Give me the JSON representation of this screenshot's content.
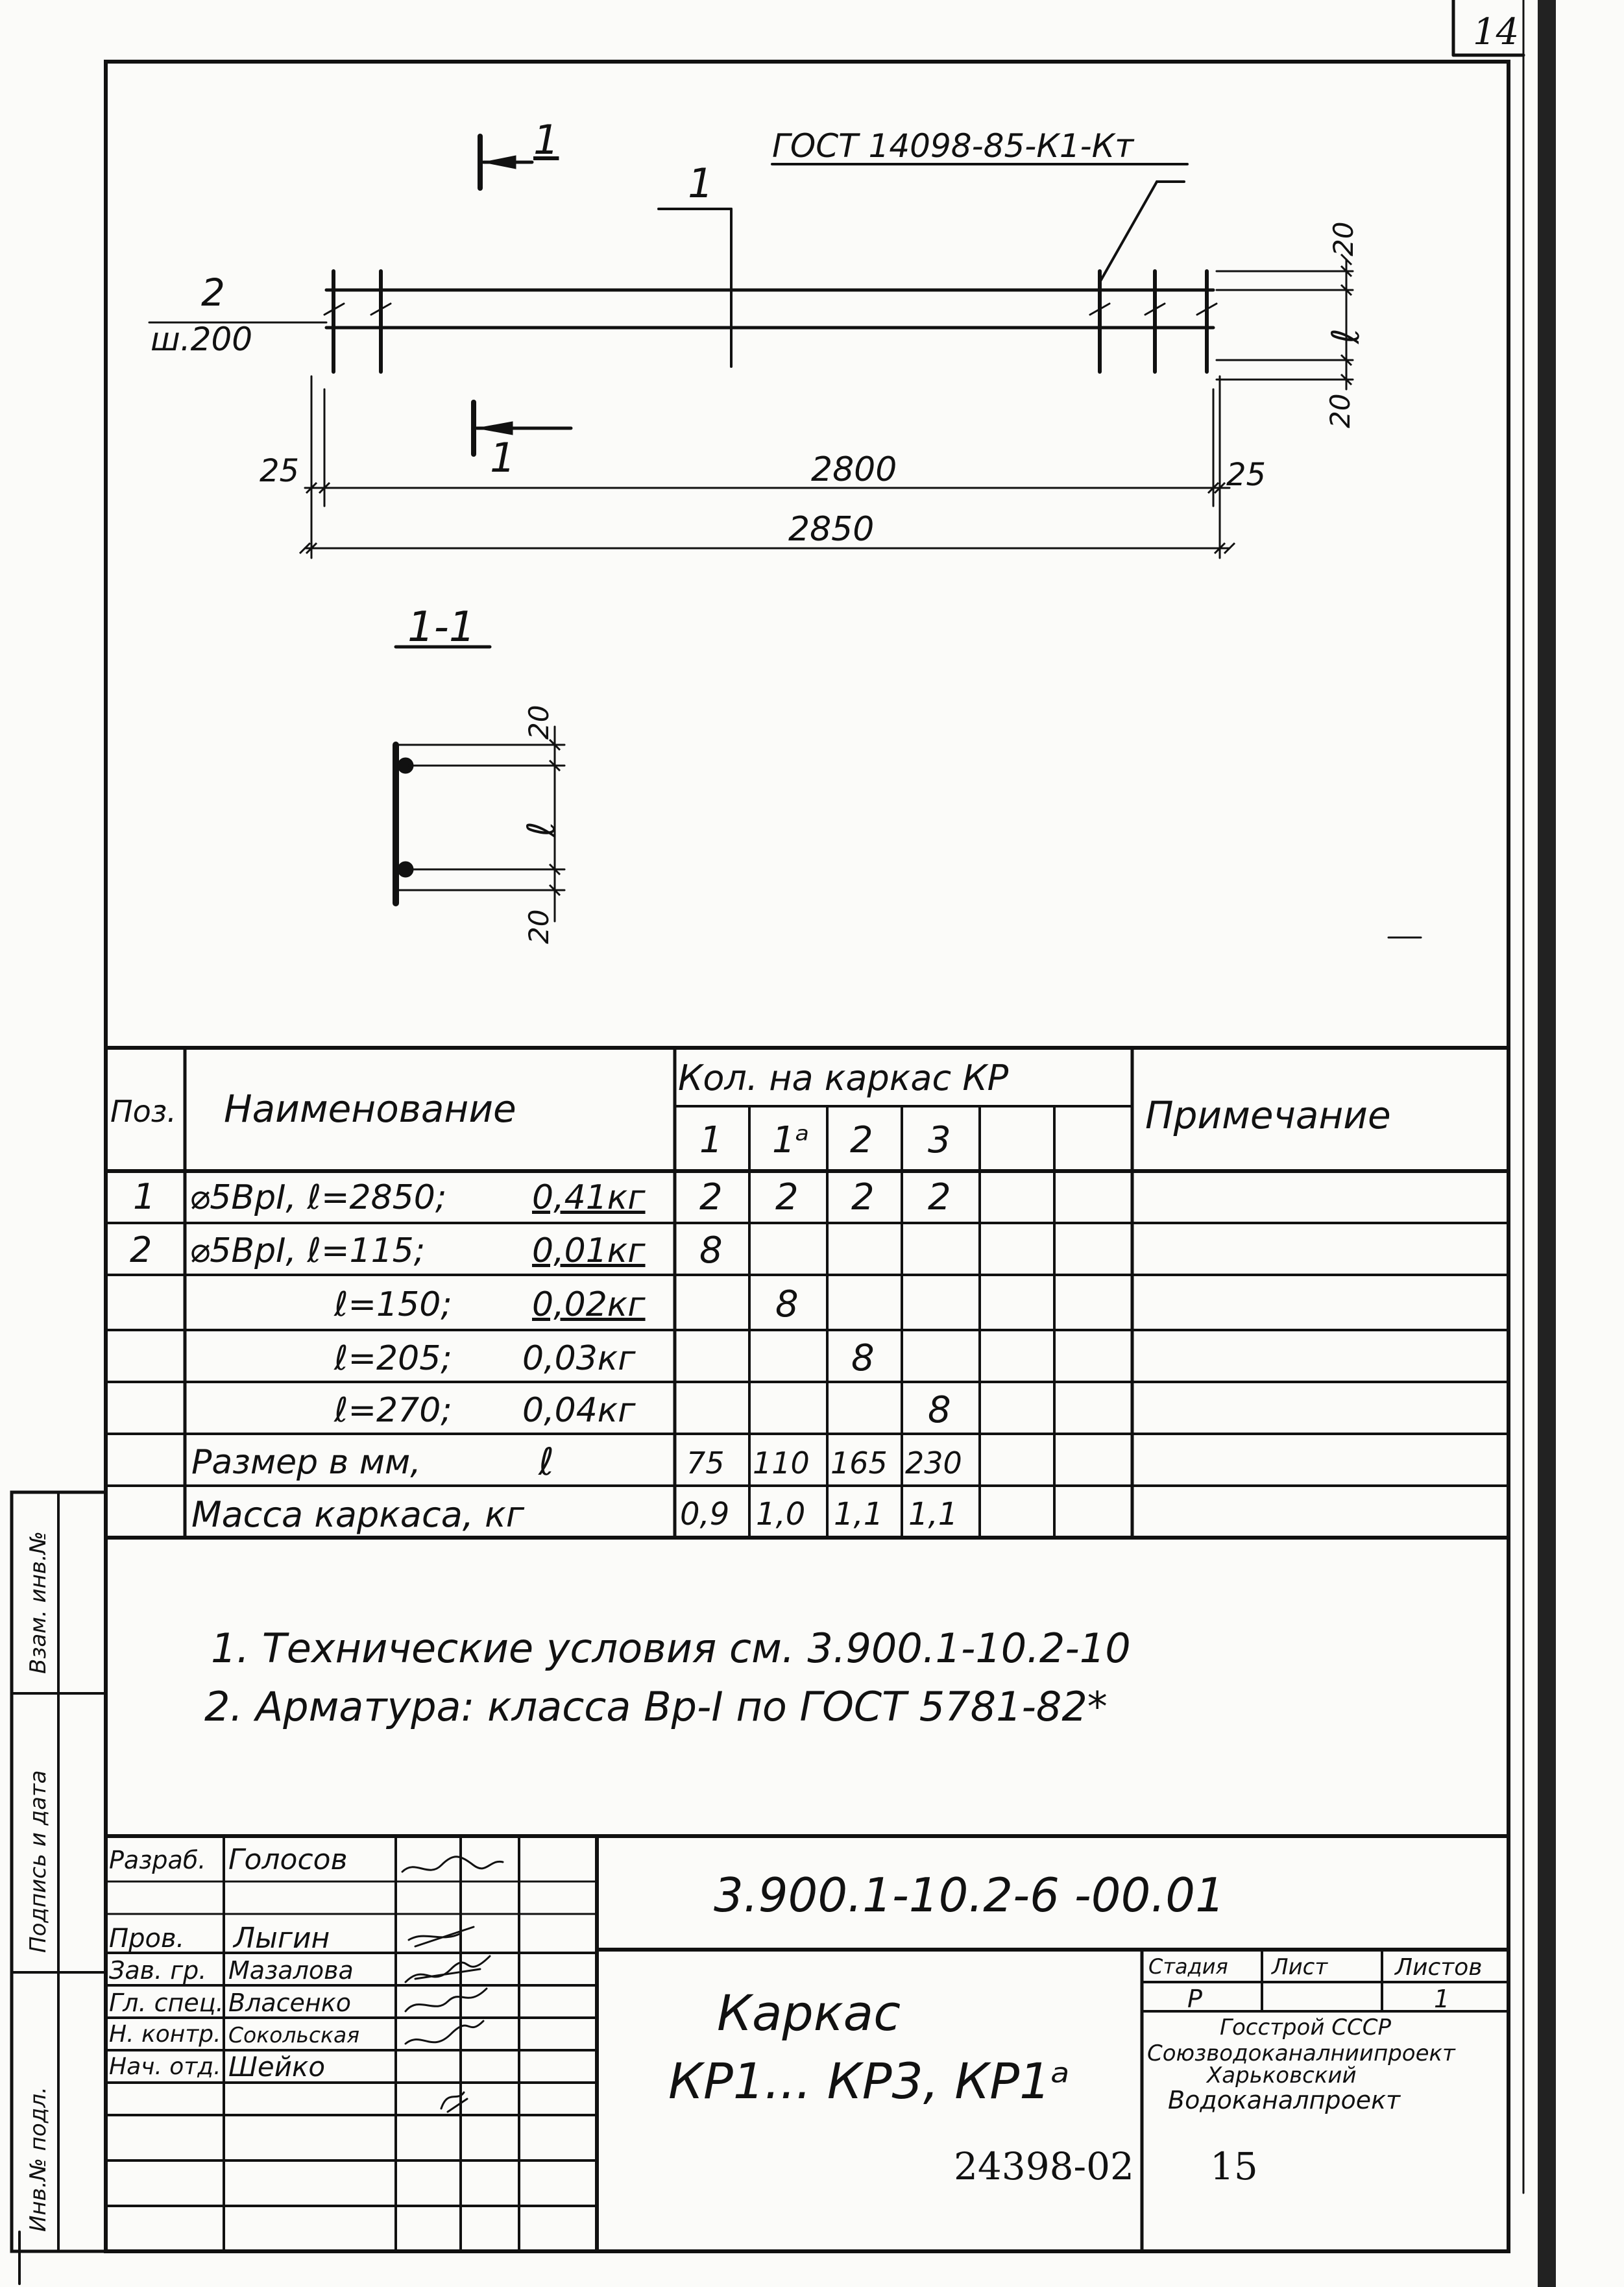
{
  "page_number": "14",
  "drawing": {
    "section_mark": "1",
    "standard_note": "ГОСТ 14098-85-К1-Кт",
    "pos1": "1",
    "pos2": "2",
    "pitch": "ш.200",
    "dim_20_top": "20",
    "dim_20_bottom": "20",
    "dim_l": "ℓ",
    "dim_25_left": "25",
    "dim_25_right": "25",
    "dim_2800": "2800",
    "dim_2850": "2850",
    "section_title": "1-1"
  },
  "spec": {
    "col_pos": "Поз.",
    "col_name": "Наименование",
    "col_qty": "Кол. на каркас КР",
    "col_note": "Примечание",
    "qty_cols": [
      "1",
      "1ᵃ",
      "2",
      "3",
      "",
      ""
    ],
    "rows": [
      {
        "pos": "1",
        "name": "⌀5ВрI, ℓ=2850;",
        "mass": "0,41кг",
        "q": [
          "2",
          "2",
          "2",
          "2",
          "",
          ""
        ]
      },
      {
        "pos": "2",
        "name": "⌀5ВрI, ℓ=115;",
        "mass": "0,01кг",
        "q": [
          "8",
          "",
          "",
          "",
          "",
          ""
        ]
      },
      {
        "pos": "",
        "name": "ℓ=150;",
        "mass": "0,02кг",
        "q": [
          "",
          "8",
          "",
          "",
          "",
          ""
        ]
      },
      {
        "pos": "",
        "name": "ℓ=205;",
        "mass": "0,03кг",
        "q": [
          "",
          "",
          "8",
          "",
          "",
          ""
        ]
      },
      {
        "pos": "",
        "name": "ℓ=270;",
        "mass": "0,04кг",
        "q": [
          "",
          "",
          "",
          "8",
          "",
          ""
        ]
      },
      {
        "pos": "",
        "name": "Размер в мм,",
        "mass": "ℓ",
        "q": [
          "75",
          "110",
          "165",
          "230",
          "",
          ""
        ]
      },
      {
        "pos": "",
        "name": "Масса каркаса, кг",
        "mass": "",
        "q": [
          "0,9",
          "1,0",
          "1,1",
          "1,1",
          "",
          ""
        ]
      }
    ]
  },
  "notes": [
    "1. Технические условия см. 3.900.1-10.2-10",
    "2. Арматура: класса Вр-I по ГОСТ 5781-82*"
  ],
  "side_stamp": [
    "Инв.№ подл.",
    "Подпись и дата",
    "Взам. инв.№"
  ],
  "title_block": {
    "roles": [
      {
        "role": "Разраб.",
        "name": "Голосов"
      },
      {
        "role": "Пров.",
        "name": "Лыгин"
      },
      {
        "role": "Зав. гр.",
        "name": "Мазалова"
      },
      {
        "role": "Гл. спец.",
        "name": "Власенко"
      },
      {
        "role": "Н. контр.",
        "name": "Сокольская"
      },
      {
        "role": "Нач. отд.",
        "name": "Шейко"
      }
    ],
    "code": "3.900.1-10.2-6 -00.01",
    "title_line1": "Каркас",
    "title_line2": "КР1... КР3, КР1ᵃ",
    "stage_label": "Стадия",
    "sheet_label": "Лист",
    "sheets_label": "Листов",
    "stage": "Р",
    "sheet": "",
    "sheets": "1",
    "org": [
      "Госстрой СССР",
      "Союзводоканалниипроект",
      "Харьковский",
      "Водоканалпроект"
    ]
  },
  "footer_number": "24398-02",
  "footer_sheet": "15"
}
